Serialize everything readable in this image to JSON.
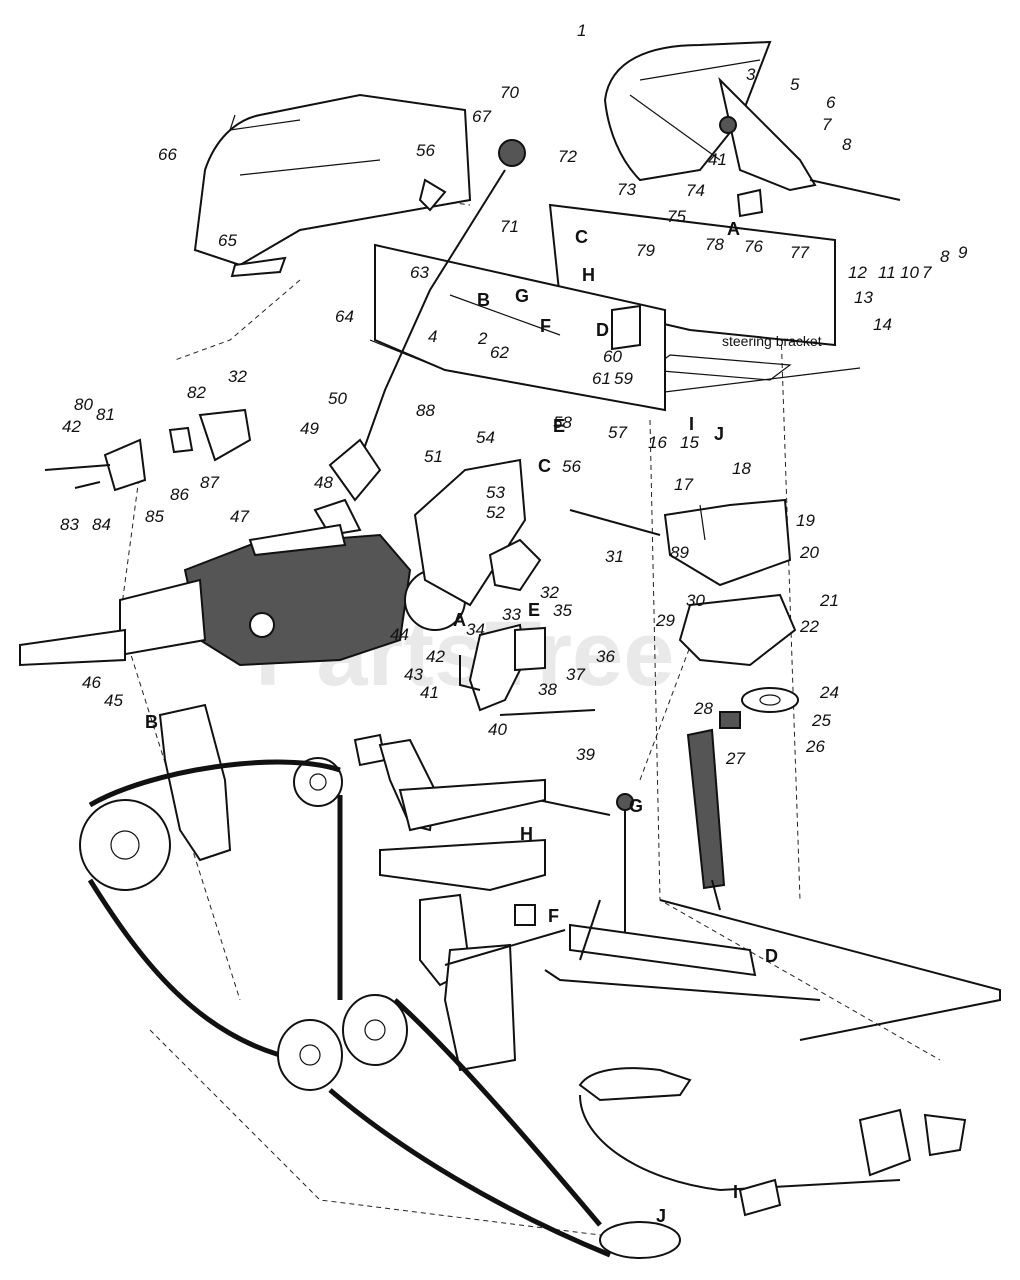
{
  "diagram": {
    "watermark": "PartsTree",
    "note": "steering bracket",
    "part_numbers": {
      "n1": "1",
      "n2": "2",
      "n3": "3",
      "n4": "4",
      "n5": "5",
      "n6": "6",
      "n7a": "7",
      "n7b": "7",
      "n8a": "8",
      "n8b": "8",
      "n9": "9",
      "n10": "10",
      "n11": "11",
      "n12": "12",
      "n13": "13",
      "n14": "14",
      "n15": "15",
      "n16": "16",
      "n17": "17",
      "n18": "18",
      "n19": "19",
      "n20": "20",
      "n21": "21",
      "n22": "22",
      "n24": "24",
      "n25": "25",
      "n26": "26",
      "n27": "27",
      "n28": "28",
      "n29": "29",
      "n30": "30",
      "n31": "31",
      "n32a": "32",
      "n32b": "32",
      "n33": "33",
      "n34": "34",
      "n35": "35",
      "n36": "36",
      "n37": "37",
      "n38": "38",
      "n39": "39",
      "n40": "40",
      "n41a": "41",
      "n41b": "41",
      "n42a": "42",
      "n42b": "42",
      "n43": "43",
      "n44": "44",
      "n45": "45",
      "n46": "46",
      "n47": "47",
      "n48": "48",
      "n49": "49",
      "n50": "50",
      "n51": "51",
      "n52": "52",
      "n53": "53",
      "n54": "54",
      "n56a": "56",
      "n56b": "56",
      "n57": "57",
      "n58": "58",
      "n59": "59",
      "n60": "60",
      "n61": "61",
      "n62": "62",
      "n63": "63",
      "n64": "64",
      "n65": "65",
      "n66": "66",
      "n67": "67",
      "n70": "70",
      "n71": "71",
      "n72": "72",
      "n73": "73",
      "n74": "74",
      "n75": "75",
      "n76": "76",
      "n77": "77",
      "n78": "78",
      "n79": "79",
      "n80": "80",
      "n81": "81",
      "n82": "82",
      "n83": "83",
      "n84": "84",
      "n85": "85",
      "n86": "86",
      "n87": "87",
      "n88": "88",
      "n89": "89"
    },
    "ref_letters": {
      "A1": "A",
      "A2": "A",
      "B1": "B",
      "B2": "B",
      "C1": "C",
      "C2": "C",
      "D1": "D",
      "D2": "D",
      "E1": "E",
      "E2": "E",
      "F1": "F",
      "F2": "F",
      "G1": "G",
      "G2": "G",
      "H1": "H",
      "H2": "H",
      "I1": "I",
      "I2": "I",
      "J1": "J",
      "J2": "J"
    }
  }
}
